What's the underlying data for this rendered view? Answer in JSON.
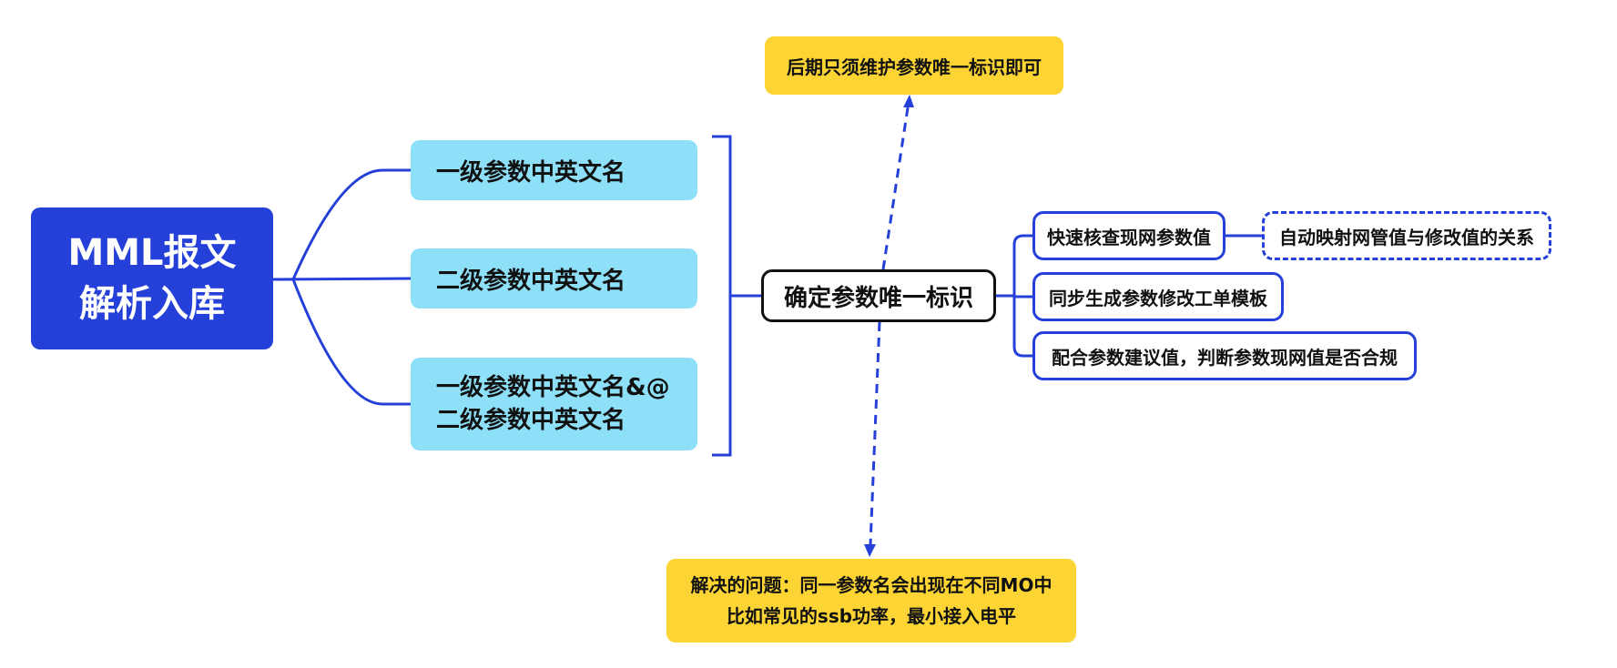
{
  "root": {
    "lines": [
      "MML报文",
      "解析入库"
    ]
  },
  "level1": [
    {
      "lines": [
        "一级参数中英文名"
      ]
    },
    {
      "lines": [
        "二级参数中英文名"
      ]
    },
    {
      "lines": [
        "一级参数中英文名&@",
        "二级参数中英文名"
      ]
    }
  ],
  "center": {
    "label": "确定参数唯一标识"
  },
  "top_note": {
    "label": "后期只须维护参数唯一标识即可"
  },
  "bottom_note": {
    "lines": [
      "解决的问题：同一参数名会出现在不同MO中",
      "比如常见的ssb功率，最小接入电平"
    ]
  },
  "right_items": [
    {
      "label": "快速核查现网参数值"
    },
    {
      "label": "同步生成参数修改工单模板"
    },
    {
      "label": "配合参数建议值，判断参数现网值是否合规"
    }
  ],
  "right_sub": {
    "label": "自动映射网管值与修改值的关系"
  },
  "colors": {
    "root": "#2440d8",
    "level1": "#8de0f7",
    "note": "#fcd535",
    "connector": "#2440d8",
    "center_border": "#111111"
  }
}
